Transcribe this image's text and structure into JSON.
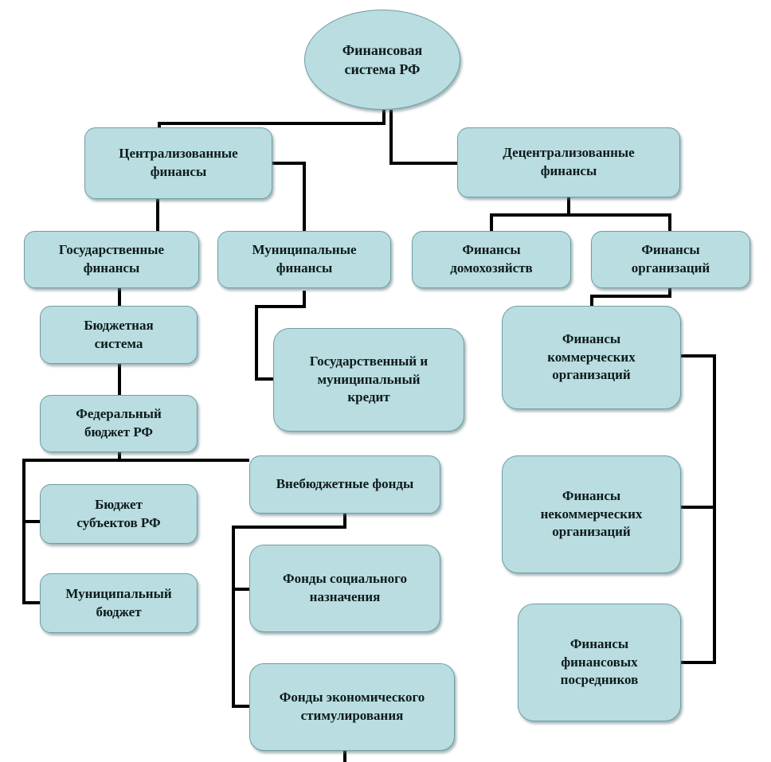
{
  "diagram": {
    "root": "Финансовая\nсистема РФ",
    "centralized": "Централизованные\nфинансы",
    "decentralized": "Децентрализованные\nфинансы",
    "state_finance": "Государственные\nфинансы",
    "municipal_finance": "Муниципальные\nфинансы",
    "household_finance": "Финансы\nдомохозяйств",
    "org_finance": "Финансы\nорганизаций",
    "budget_system": "Бюджетная\nсистема",
    "state_municipal_credit": "Государственный и\nмуниципальный\nкредит",
    "commercial_org_finance": "Финансы\nкоммерческих\nорганизаций",
    "federal_budget": "Федеральный\nбюджет РФ",
    "extrabudgetary_funds": "Внебюджетные  фонды",
    "noncommercial_org_finance": "Финансы\nнекоммерческих\nорганизаций",
    "subject_budget": "Бюджет\nсубъектов РФ",
    "social_funds": "Фонды социального\nназначения",
    "municipal_budget": "Муниципальный\nбюджет",
    "financial_intermediaries": "Финансы\nфинансовых\nпосредников",
    "economic_stimulus_funds": "Фонды экономического\nстимулирования"
  },
  "colors": {
    "node_fill": "#b9dde0",
    "node_border": "#6f9ea3",
    "connector": "#000000"
  }
}
